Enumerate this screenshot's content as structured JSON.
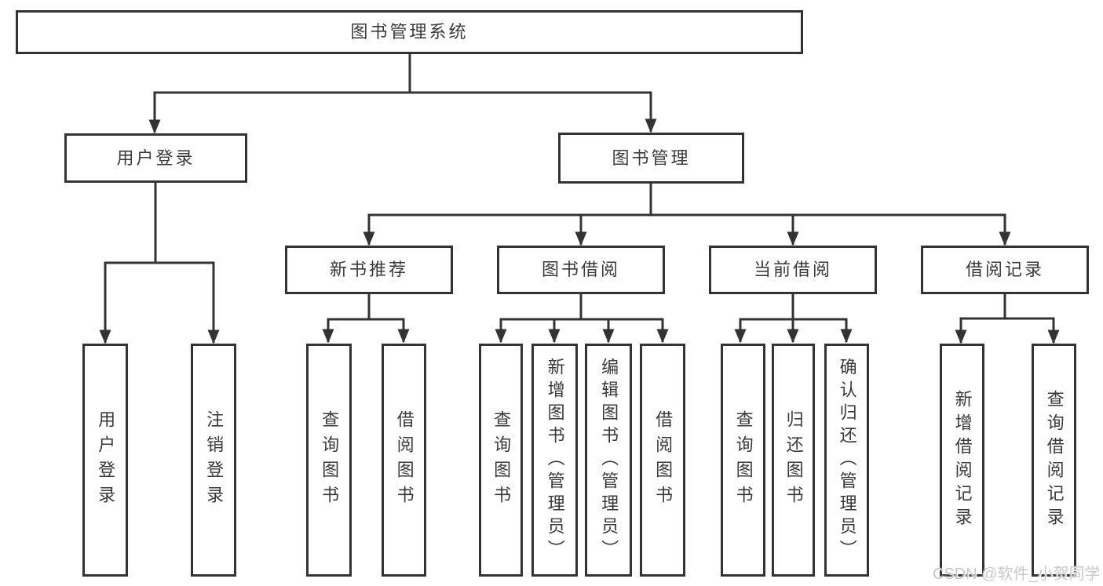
{
  "nodes": {
    "root": "图书管理系统",
    "user_login": "用户登录",
    "book_mgmt": "图书管理",
    "new_book": "新书推荐",
    "book_borrow": "图书借阅",
    "current_borrow": "当前借阅",
    "borrow_record": "借阅记录"
  },
  "leaves": {
    "user_login": [
      "用户登录",
      "注销登录"
    ],
    "new_book": [
      "查询图书",
      "借阅图书"
    ],
    "book_borrow": [
      "查询图书",
      "新增图书（管理员）",
      "编辑图书（管理员）",
      "借阅图书"
    ],
    "current_borrow": [
      "查询图书",
      "归还图书",
      "确认归还（管理员）"
    ],
    "borrow_record": [
      "新增借阅记录",
      "查询借阅记录"
    ]
  },
  "watermark": "CSDN @软件_小贺同学",
  "colors": {
    "line": "#333333",
    "text": "#3a3a3a",
    "background": "#ffffff",
    "watermark": "#c8c8c8"
  }
}
